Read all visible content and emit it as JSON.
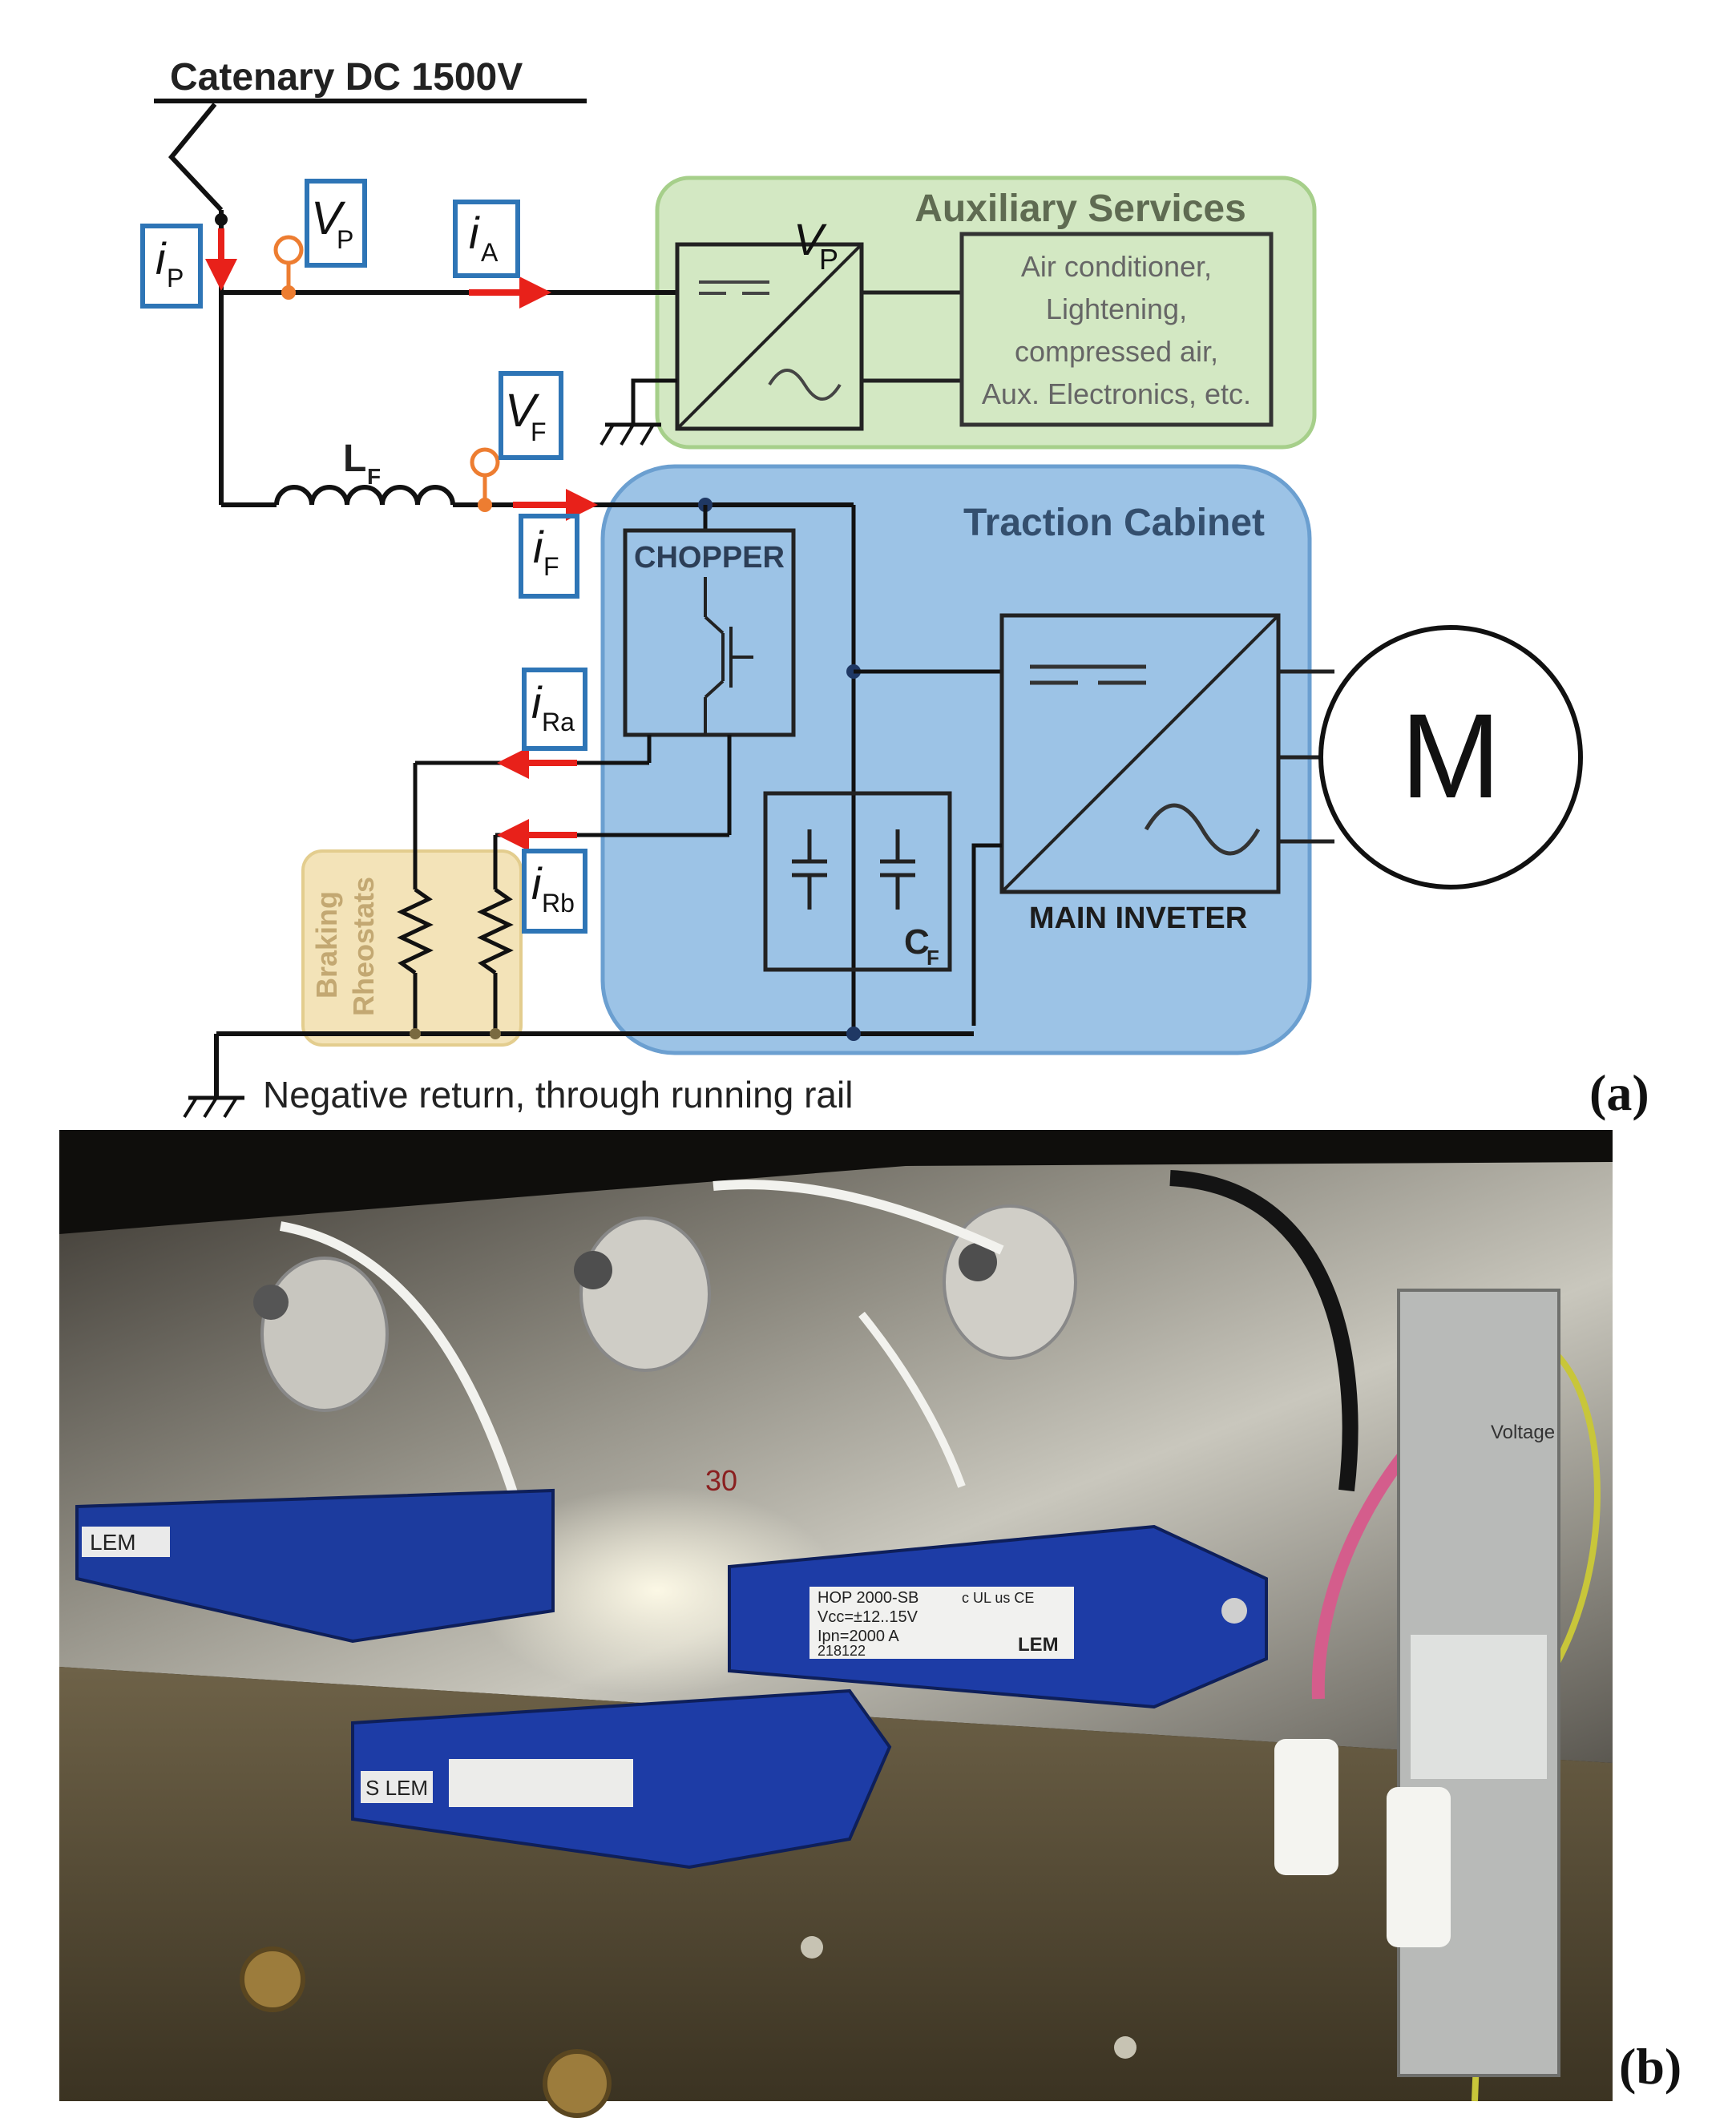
{
  "diagram": {
    "catenary_label": "Catenary DC 1500V",
    "auxiliary": {
      "title": "Auxiliary Services",
      "converter_voltage": "V",
      "converter_voltage_sub": "P",
      "loads": [
        "Air conditioner,",
        "Lightening,",
        "compressed air,",
        "Aux. Electronics, etc."
      ]
    },
    "traction": {
      "title": "Traction Cabinet",
      "chopper_label": "CHOPPER",
      "inverter_label": "MAIN INVETER",
      "capacitor_label": "C",
      "capacitor_sub": "F"
    },
    "inductor_label": "L",
    "inductor_sub": "F",
    "motor_label": "M",
    "rheostats_label_1": "Braking",
    "rheostats_label_2": "Rheostats",
    "ground_label": "Negative return, through running rail",
    "measurements": [
      {
        "symbol": "i",
        "sub": "P"
      },
      {
        "symbol": "V",
        "sub": "P"
      },
      {
        "symbol": "i",
        "sub": "A"
      },
      {
        "symbol": "V",
        "sub": "F"
      },
      {
        "symbol": "i",
        "sub": "F"
      },
      {
        "symbol": "i",
        "sub": "Ra"
      },
      {
        "symbol": "i",
        "sub": "Rb"
      }
    ],
    "panel_label": "(a)"
  },
  "photo": {
    "panel_label": "(b)",
    "sensor_brand": "LEM",
    "sensor_model": "HOP 2000-SB",
    "sensor_supply": "Vcc=±12..15V",
    "sensor_rating": "Ipn=2000 A",
    "sensor_serial": "218122",
    "sensor_cert": "c UL us CE",
    "sensor_left_label": "LEM",
    "sensor_bottom_label": "S LEM",
    "tape_mark": "30",
    "module_label": "Voltage"
  },
  "colors": {
    "aux_fill": "#d3e8c3",
    "aux_stroke": "#a6cf8a",
    "traction_fill": "#9cc3e6",
    "traction_stroke": "#6b9fd0",
    "rheostat_fill": "#f3e3b8",
    "meas_box": "#2e75b6",
    "current_arrow": "#e8211a",
    "voltage_probe": "#ed7d31",
    "wire": "#111111"
  }
}
